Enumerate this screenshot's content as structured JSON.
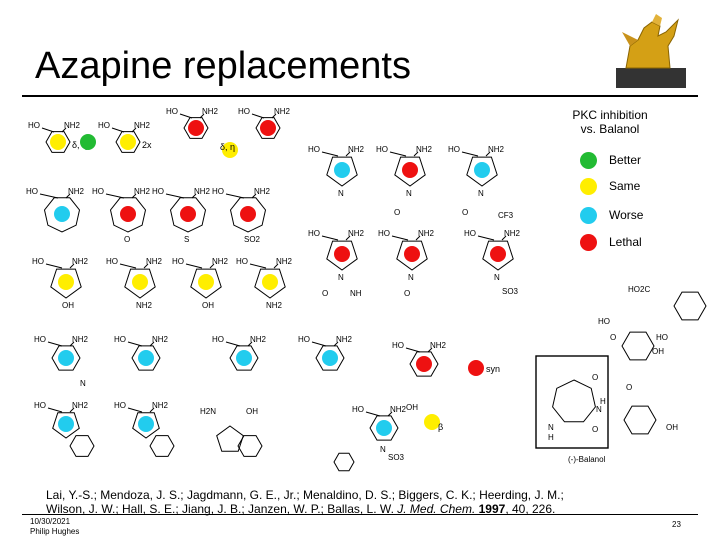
{
  "slide": {
    "title": "Azapine replacements",
    "legend_title_line1": "PKC inhibition",
    "legend_title_line2": "vs. Balanol",
    "legend": [
      {
        "label": "Better",
        "color": "#22bb33"
      },
      {
        "label": "Same",
        "color": "#ffee00"
      },
      {
        "label": "Worse",
        "color": "#22ccee"
      },
      {
        "label": "Lethal",
        "color": "#ee1111"
      }
    ],
    "atom_labels": {
      "ho": "HO",
      "nh2": "NH2",
      "n": "N",
      "o": "O",
      "s": "S",
      "so2": "SO2",
      "oh": "OH",
      "cf3": "CF3",
      "nh": "NH",
      "so3": "SO3",
      "h": "H",
      "h2n": "H2N",
      "ho2c": "HO2C"
    },
    "annotations": {
      "delta_eta": "δ, η",
      "two_x": "2x",
      "syn": "syn",
      "beta": "β"
    },
    "balanol_label": "(-)-Balanol",
    "citation_line1": "Lai, Y.-S.; Mendoza, J. S.; Jagdmann, G. E., Jr.; Menaldino, D. S.; Biggers, C. K.; Heerding, J. M.;",
    "citation_line2_authors": "Wilson, J. W.; Hall, S. E.; Jiang, J. B.; Janzen, W. P.; Ballas, L. W.",
    "citation_journal": "J. Med. Chem.",
    "citation_year": "1997",
    "citation_rest": ", 40, 226.",
    "footer_date": "10/30/2021",
    "footer_author": "Philip Hughes",
    "page_number": "23"
  }
}
